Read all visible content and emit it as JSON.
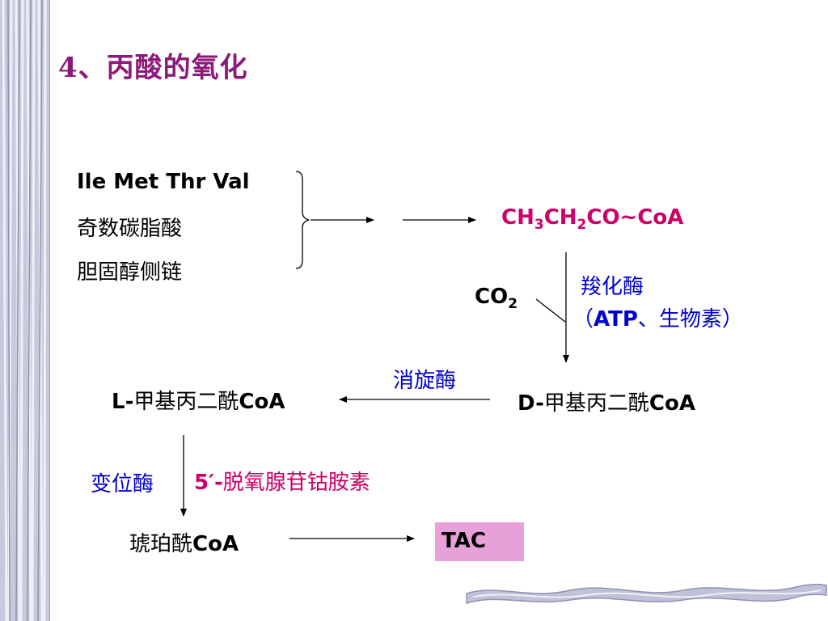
{
  "title": "4、丙酸的氧化",
  "sources": {
    "amino_acids": "Ile  Met  Thr  Val",
    "odd_fatty_acid": "奇数碳脂酸",
    "cholesterol_chain": "胆固醇侧链"
  },
  "product": {
    "p1": "CH",
    "s1": "3",
    "p2": "CH",
    "s2": "2",
    "p3": "CO~CoA"
  },
  "co2": {
    "main": "CO",
    "sub": "2"
  },
  "carboxylase": {
    "name": "羧化酶",
    "cofactor_open": "（",
    "cofactor_atp": "ATP",
    "cofactor_rest": "、生物素）"
  },
  "racemase": "消旋酶",
  "d_compound": {
    "prefix": "D-",
    "name": "甲基丙二酰",
    "suffix": "CoA"
  },
  "l_compound": {
    "prefix": "L-",
    "name": "甲基丙二酰",
    "suffix": "CoA"
  },
  "mutase": "变位酶",
  "coenzyme": {
    "prefix": "5′-",
    "name": "脱氧腺苷钴胺素"
  },
  "succinyl": {
    "name": "琥珀酰",
    "suffix": "CoA"
  },
  "tac": "TAC",
  "colors": {
    "title": "#8b1a7a",
    "magenta": "#cc0066",
    "blue": "#0000cc",
    "tac_box": "#e8a0d8"
  }
}
